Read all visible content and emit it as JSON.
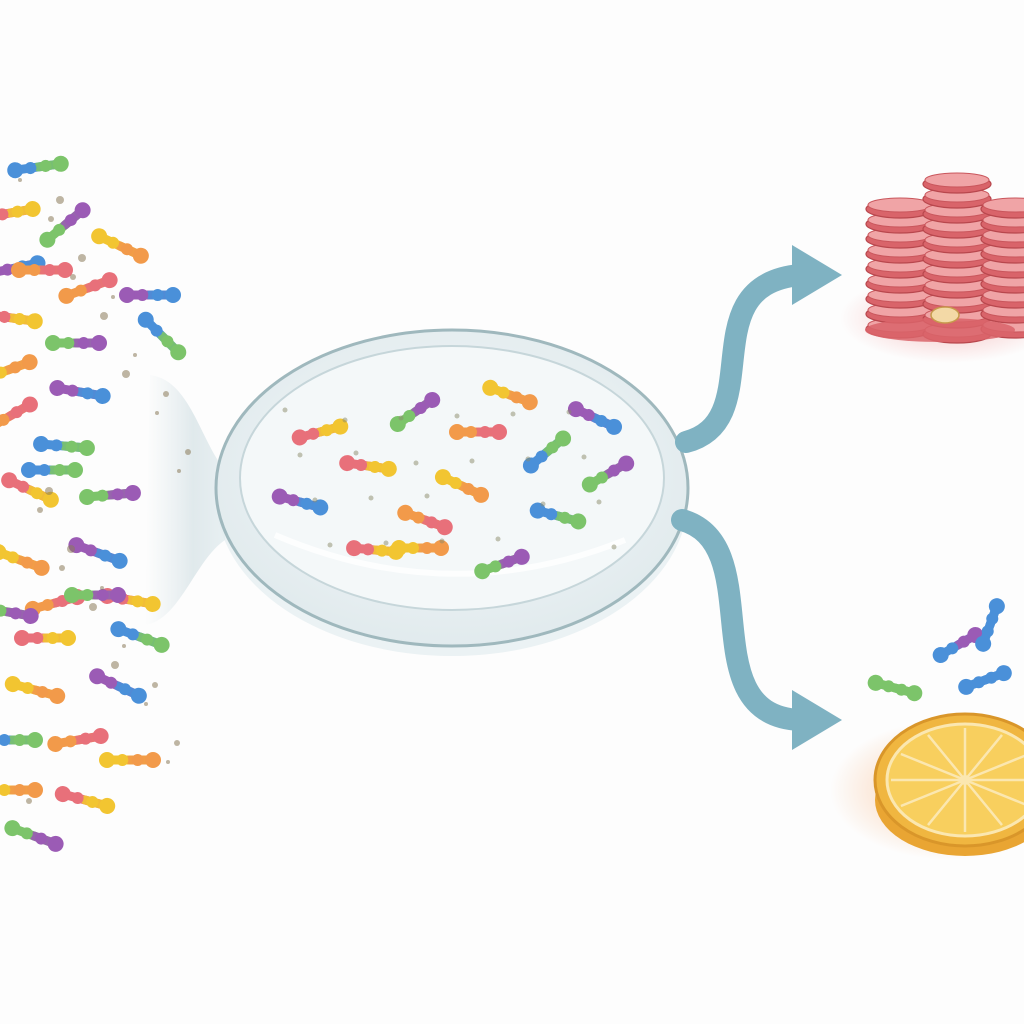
{
  "palette": {
    "background": "#fdfdfd",
    "blue": "#4a90d9",
    "pink": "#e8707a",
    "green": "#7cc46a",
    "yellow": "#f2c531",
    "purple": "#9b5bb5",
    "orange": "#f29a4a",
    "arrow": "#7fb2c2",
    "dish_fill": "#eef4f6",
    "dish_rim": "#9fb8bd",
    "stack": "#d9646a",
    "stack_light": "#f0a4a6",
    "orange_rind": "#e9a533",
    "orange_flesh": "#f7c14a"
  },
  "molecule_colors": [
    "blue",
    "pink",
    "green",
    "yellow",
    "purple",
    "orange"
  ],
  "icons": {
    "molecule": "chain-molecule-icon",
    "dish": "petri-dish-icon",
    "stack": "protein-stack-icon",
    "fruit": "orange-slice-icon"
  },
  "groups": {
    "left_stream_count": 34,
    "dish_contents_count": 16,
    "output_top": "stacked-aggregate",
    "output_bottom": "orange-slice"
  }
}
